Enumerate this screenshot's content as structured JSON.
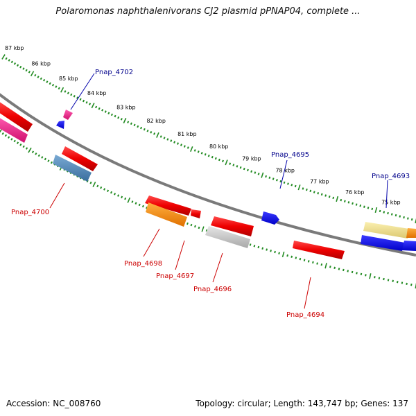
{
  "title": "Polaromonas naphthalenivorans CJ2 plasmid pPNAP04, complete ...",
  "footer": {
    "accession": "Accession: NC_008760",
    "topology": "Topology: circular; Length: 143,747 bp; Genes: 137"
  },
  "colors": {
    "backbone": "#808080",
    "ruler": "#228b22",
    "label_top": "#00008b",
    "label_bottom": "#cc0000"
  },
  "kbp_labels": [
    "87 kbp",
    "86 kbp",
    "85 kbp",
    "84 kbp",
    "83 kbp",
    "82 kbp",
    "81 kbp",
    "80 kbp",
    "79 kbp",
    "78 kbp",
    "77 kbp",
    "76 kbp",
    "75 kbp"
  ],
  "gene_labels": [
    {
      "text": "Pnap_4702",
      "side": "top"
    },
    {
      "text": "Pnap_4695",
      "side": "top"
    },
    {
      "text": "Pnap_4693",
      "side": "top"
    },
    {
      "text": "Pnap_4700",
      "side": "bottom"
    },
    {
      "text": "Pnap_4698",
      "side": "bottom"
    },
    {
      "text": "Pnap_4697",
      "side": "bottom"
    },
    {
      "text": "Pnap_4696",
      "side": "bottom"
    },
    {
      "text": "Pnap_4694",
      "side": "bottom"
    }
  ]
}
